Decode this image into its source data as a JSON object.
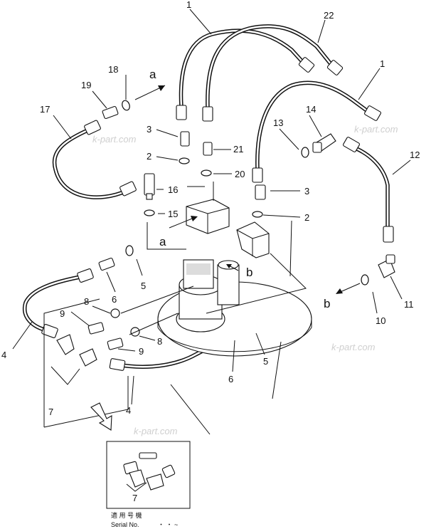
{
  "watermark": "k-part.com",
  "flow_markers": {
    "a": "a",
    "b": "b"
  },
  "callouts": [
    {
      "id": "c1a",
      "text": "1"
    },
    {
      "id": "c22",
      "text": "22"
    },
    {
      "id": "c1b",
      "text": "1"
    },
    {
      "id": "c18",
      "text": "18"
    },
    {
      "id": "c19",
      "text": "19"
    },
    {
      "id": "c17",
      "text": "17"
    },
    {
      "id": "c3a",
      "text": "3"
    },
    {
      "id": "c2a",
      "text": "2"
    },
    {
      "id": "c21",
      "text": "21"
    },
    {
      "id": "c20",
      "text": "20"
    },
    {
      "id": "c13",
      "text": "13"
    },
    {
      "id": "c14",
      "text": "14"
    },
    {
      "id": "c12",
      "text": "12"
    },
    {
      "id": "c16",
      "text": "16"
    },
    {
      "id": "c3b",
      "text": "3"
    },
    {
      "id": "c15",
      "text": "15"
    },
    {
      "id": "c2b",
      "text": "2"
    },
    {
      "id": "c5a",
      "text": "5"
    },
    {
      "id": "c6a",
      "text": "6"
    },
    {
      "id": "c8a",
      "text": "8"
    },
    {
      "id": "c9a",
      "text": "9"
    },
    {
      "id": "c8b",
      "text": "8"
    },
    {
      "id": "c9b",
      "text": "9"
    },
    {
      "id": "c4a",
      "text": "4"
    },
    {
      "id": "c7a",
      "text": "7"
    },
    {
      "id": "c4b",
      "text": "4"
    },
    {
      "id": "c6b",
      "text": "6"
    },
    {
      "id": "c5b",
      "text": "5"
    },
    {
      "id": "c10",
      "text": "10"
    },
    {
      "id": "c11",
      "text": "11"
    },
    {
      "id": "c7b",
      "text": "7"
    }
  ],
  "inset": {
    "serial_caption_jp": "適 用 号 機",
    "serial_label": "Serial No.",
    "serial_value": "・ ・ ~"
  }
}
